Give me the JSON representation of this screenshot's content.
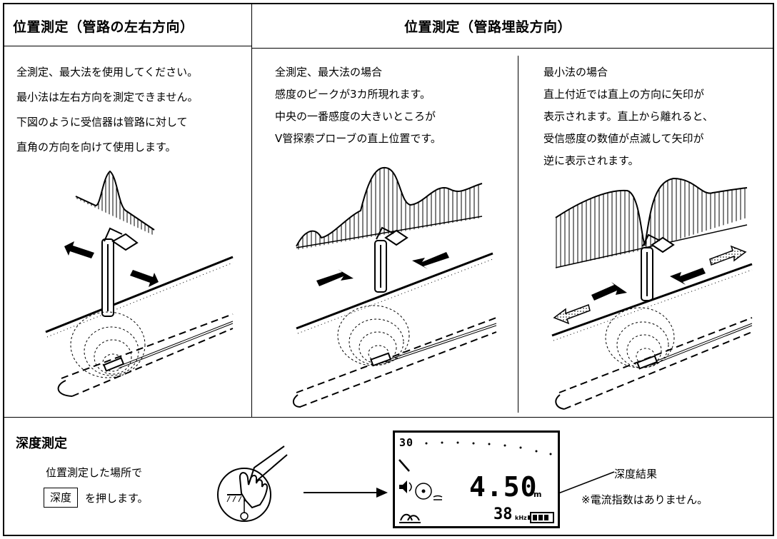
{
  "sections": {
    "left": {
      "title": "位置測定（管路の左右方向）",
      "lines": [
        "全測定、最大法を使用してください。",
        "最小法は左右方向を測定できません。",
        "下図のように受信器は管路に対して",
        "直角の方向を向けて使用します。"
      ]
    },
    "right": {
      "title": "位置測定（管路埋設方向）",
      "max_method": {
        "lines": [
          "全測定、最大法の場合",
          "感度のピークが3カ所現れます。",
          "中央の一番感度の大きいところが",
          "V管探索プローブの直上位置です。"
        ]
      },
      "min_method": {
        "lines": [
          "最小法の場合",
          "直上付近では直上の方向に矢印が",
          "表示されます。直上から離れると、",
          "受信感度の数値が点滅して矢印が",
          "逆に表示されます。"
        ]
      }
    }
  },
  "depth": {
    "title": "深度測定",
    "line1": "位置測定した場所で",
    "key_label": "深度",
    "line2_suffix": "を押します。",
    "result_label": "深度結果",
    "note": "※電流指数はありません。",
    "display": {
      "scale_value": "30",
      "depth_value": "4.50",
      "depth_unit": "m",
      "frequency_value": "38",
      "frequency_unit": "kHz"
    }
  }
}
